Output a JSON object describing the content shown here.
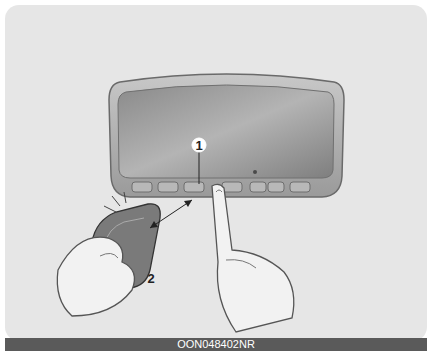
{
  "diagram": {
    "labels": [
      "1",
      "2",
      "OON048402NR"
    ]
  }
}
